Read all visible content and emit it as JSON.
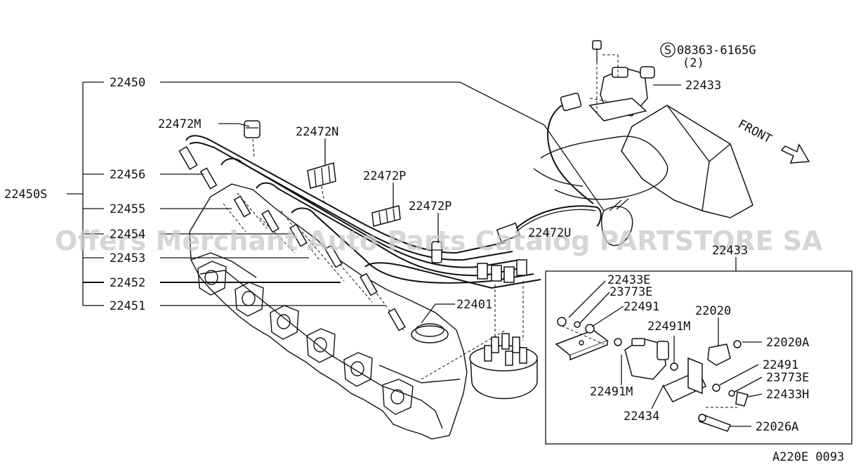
{
  "diagram": {
    "code": "A220E 0093",
    "watermark": "Offers Merchant Auto Parts Catalog PARTSTORE SA",
    "front_label": "FRONT"
  },
  "parts": {
    "p22450S": "22450S",
    "p22450": "22450",
    "p22456": "22456",
    "p22455": "22455",
    "p22454": "22454",
    "p22453": "22453",
    "p22452": "22452",
    "p22451": "22451",
    "p22472M": "22472M",
    "p22472N": "22472N",
    "p22472P_a": "22472P",
    "p22472P_b": "22472P",
    "p22472U": "22472U",
    "p22401": "22401",
    "bolt_code": "08363-6165G",
    "bolt_qty": "(2)",
    "bolt_symbol": "S",
    "p22433_top": "22433",
    "p22433_box": "22433",
    "p22433E": "22433E",
    "p23773E_a": "23773E",
    "p22491_a": "22491",
    "p22020": "22020",
    "p22491M_a": "22491M",
    "p22020A": "22020A",
    "p22491_b": "22491",
    "p23773E_b": "23773E",
    "p22433H": "22433H",
    "p22491M_b": "22491M",
    "p22434": "22434",
    "p22026A": "22026A"
  }
}
